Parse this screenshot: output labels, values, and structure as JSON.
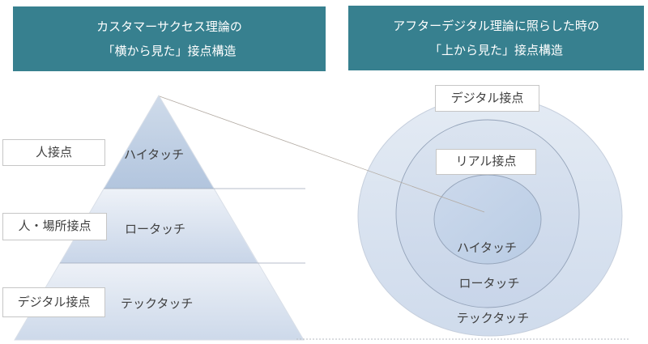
{
  "left_panel": {
    "title_line1": "カスタマーサクセス理論の",
    "title_line2": "「横から見た」接点構造",
    "side_labels": [
      "人接点",
      "人・場所接点",
      "デジタル接点"
    ],
    "levels": [
      "ハイタッチ",
      "ロータッチ",
      "テックタッチ"
    ]
  },
  "right_panel": {
    "title_line1": "アフターデジタル理論に照らした時の",
    "title_line2": "「上から見た」接点構造",
    "overlay_labels": [
      "デジタル接点",
      "リアル接点"
    ],
    "rings": [
      "ハイタッチ",
      "ロータッチ",
      "テックタッチ"
    ]
  },
  "colors": {
    "header_teal": "#37808F",
    "header_text": "#FFFFFF",
    "label_text": "#404040",
    "box_border": "#C6C6C6",
    "ring_stroke": "#94A3B9",
    "outer_ring_stroke": "#C6CFDD",
    "divider_stroke": "#9FA9BA",
    "connector_stroke": "#B2AAA2",
    "baseline_stroke": "#B6BAC0"
  }
}
